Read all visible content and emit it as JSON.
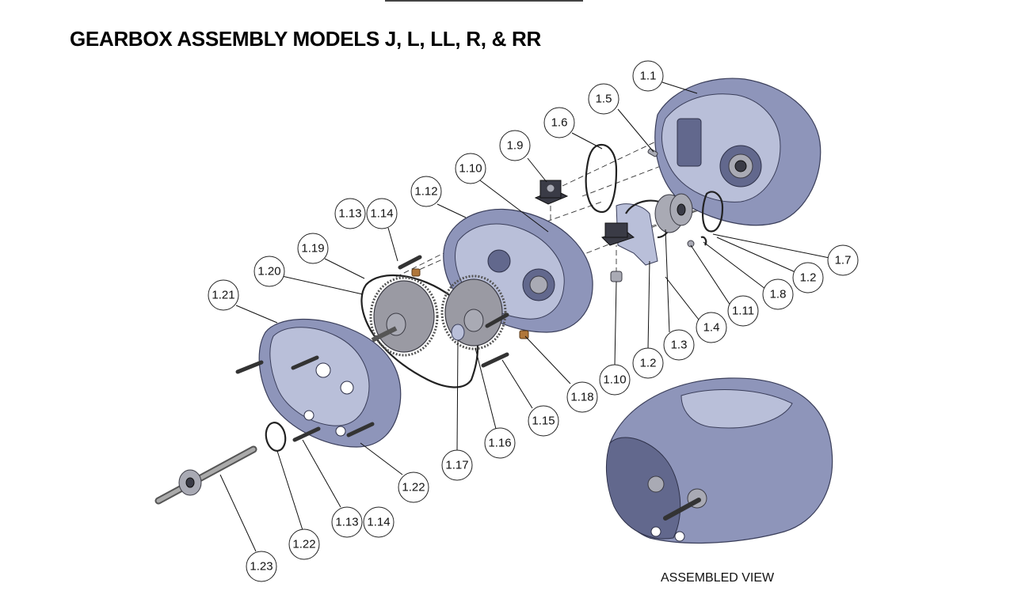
{
  "title": "GEARBOX ASSEMBLY MODELS J, L, LL, R, & RR",
  "assembled_caption": "ASSEMBLED VIEW",
  "callouts": {
    "c1_1": "1.1",
    "c1_5": "1.5",
    "c1_6": "1.6",
    "c1_9": "1.9",
    "c1_10a": "1.10",
    "c1_12": "1.12",
    "c1_13a": "1.13",
    "c1_14a": "1.14",
    "c1_19": "1.19",
    "c1_20": "1.20",
    "c1_21": "1.21",
    "c1_7": "1.7",
    "c1_2a": "1.2",
    "c1_8": "1.8",
    "c1_11": "1.11",
    "c1_4": "1.4",
    "c1_3": "1.3",
    "c1_2b": "1.2",
    "c1_10b": "1.10",
    "c1_18": "1.18",
    "c1_15": "1.15",
    "c1_16": "1.16",
    "c1_17": "1.17",
    "c1_22a": "1.22",
    "c1_13b": "1.13",
    "c1_14b": "1.14",
    "c1_22b": "1.22",
    "c1_23": "1.23"
  }
}
